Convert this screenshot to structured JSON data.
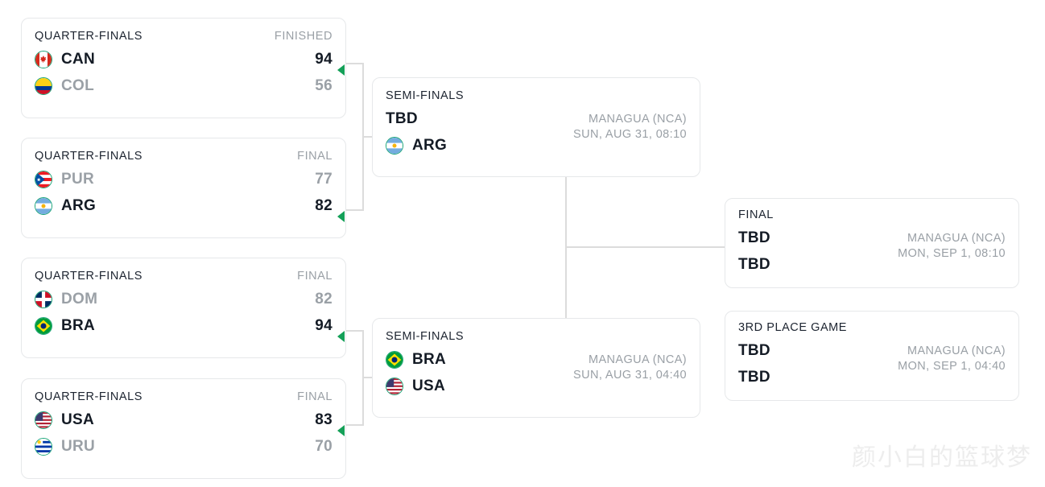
{
  "bracket": {
    "accent_green": "#14a058",
    "flag_ring": "#1aa578",
    "line_color": "#dcdcdc",
    "text_dark": "#141b25",
    "text_muted": "#9aa0a6"
  },
  "watermark": "颜小白的篮球梦",
  "matches": [
    {
      "id": "qf1",
      "round": "QUARTER-FINALS",
      "status": "FINISHED",
      "teams": [
        {
          "code": "CAN",
          "flag": "canada-flag",
          "score": "94",
          "winner": true
        },
        {
          "code": "COL",
          "flag": "colombia-flag",
          "score": "56",
          "winner": false
        }
      ]
    },
    {
      "id": "qf2",
      "round": "QUARTER-FINALS",
      "status": "FINAL",
      "teams": [
        {
          "code": "PUR",
          "flag": "puerto-rico-flag",
          "score": "77",
          "winner": false
        },
        {
          "code": "ARG",
          "flag": "argentina-flag",
          "score": "82",
          "winner": true
        }
      ]
    },
    {
      "id": "qf3",
      "round": "QUARTER-FINALS",
      "status": "FINAL",
      "teams": [
        {
          "code": "DOM",
          "flag": "dominican-republic-flag",
          "score": "82",
          "winner": false
        },
        {
          "code": "BRA",
          "flag": "brazil-flag",
          "score": "94",
          "winner": true
        }
      ]
    },
    {
      "id": "qf4",
      "round": "QUARTER-FINALS",
      "status": "FINAL",
      "teams": [
        {
          "code": "USA",
          "flag": "usa-flag",
          "score": "83",
          "winner": true
        },
        {
          "code": "URU",
          "flag": "uruguay-flag",
          "score": "70",
          "winner": false
        }
      ]
    },
    {
      "id": "sf1",
      "round": "SEMI-FINALS",
      "status": "",
      "venue": "MANAGUA (NCA)",
      "datetime": "SUN, AUG 31, 08:10",
      "teams": [
        {
          "code": "TBD",
          "flag": "",
          "score": "",
          "winner": true
        },
        {
          "code": "ARG",
          "flag": "argentina-flag",
          "score": "",
          "winner": true
        }
      ]
    },
    {
      "id": "sf2",
      "round": "SEMI-FINALS",
      "status": "",
      "venue": "MANAGUA (NCA)",
      "datetime": "SUN, AUG 31, 04:40",
      "teams": [
        {
          "code": "BRA",
          "flag": "brazil-flag",
          "score": "",
          "winner": true
        },
        {
          "code": "USA",
          "flag": "usa-flag",
          "score": "",
          "winner": true
        }
      ]
    },
    {
      "id": "final",
      "round": "FINAL",
      "status": "",
      "venue": "MANAGUA (NCA)",
      "datetime": "MON, SEP 1, 08:10",
      "teams": [
        {
          "code": "TBD",
          "flag": "",
          "score": "",
          "winner": true
        },
        {
          "code": "TBD",
          "flag": "",
          "score": "",
          "winner": true
        }
      ]
    },
    {
      "id": "third",
      "round": "3RD PLACE GAME",
      "status": "",
      "venue": "MANAGUA (NCA)",
      "datetime": "MON, SEP 1, 04:40",
      "teams": [
        {
          "code": "TBD",
          "flag": "",
          "score": "",
          "winner": true
        },
        {
          "code": "TBD",
          "flag": "",
          "score": "",
          "winner": true
        }
      ]
    }
  ]
}
